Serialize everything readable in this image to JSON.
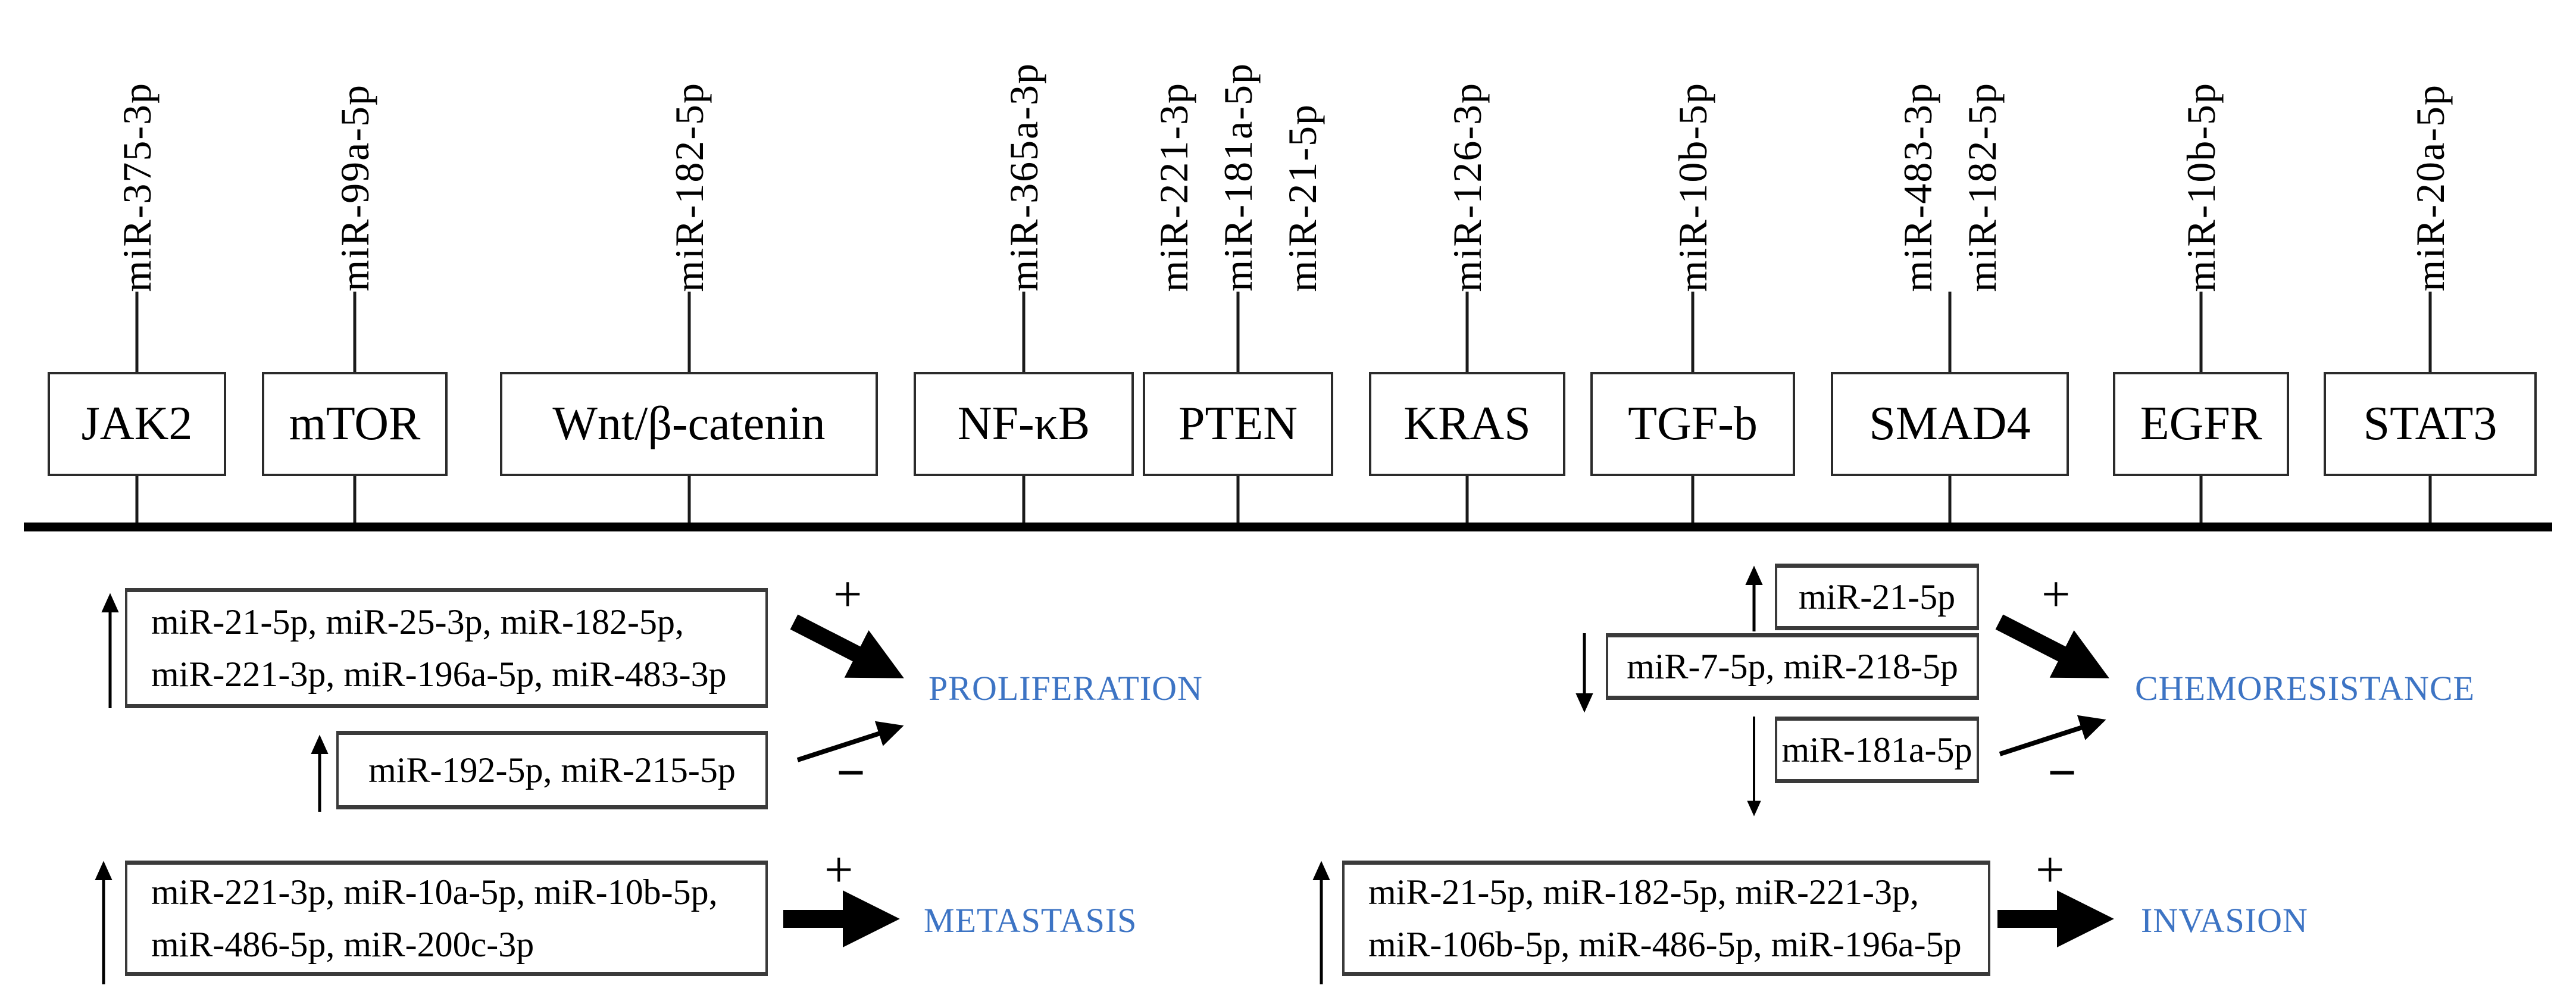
{
  "colors": {
    "outcome_text": "#3d74c4",
    "ink": "#000000"
  },
  "pathways": [
    {
      "gene": "JAK2",
      "mirnas": [
        "miR-375-3p"
      ]
    },
    {
      "gene": "mTOR",
      "mirnas": [
        "miR-99a-5p"
      ]
    },
    {
      "gene": "Wnt/β-catenin",
      "mirnas": [
        "miR-182-5p"
      ]
    },
    {
      "gene": "NF-κB",
      "mirnas": [
        "miR-365a-3p"
      ]
    },
    {
      "gene": "PTEN",
      "mirnas": [
        "miR-221-3p",
        "miR-181a-5p",
        "miR-21-5p"
      ]
    },
    {
      "gene": "KRAS",
      "mirnas": [
        "miR-126-3p"
      ]
    },
    {
      "gene": "TGF-b",
      "mirnas": [
        "miR-10b-5p"
      ]
    },
    {
      "gene": "SMAD4",
      "mirnas": [
        "miR-483-3p",
        "miR-182-5p"
      ]
    },
    {
      "gene": "EGFR",
      "mirnas": [
        "miR-10b-5p"
      ]
    },
    {
      "gene": "STAT3",
      "mirnas": [
        "miR-20a-5p"
      ]
    }
  ],
  "outcomes": {
    "proliferation": {
      "label": "PROLIFERATION",
      "upregulated_promoting": {
        "regulation": "up",
        "effect": "+",
        "lines": [
          "miR-21-5p, miR-25-3p, miR-182-5p,",
          "miR-221-3p, miR-196a-5p, miR-483-3p"
        ]
      },
      "upregulated_suppressing": {
        "regulation": "up",
        "effect": "−",
        "lines": [
          "miR-192-5p, miR-215-5p"
        ]
      }
    },
    "metastasis": {
      "label": "METASTASIS",
      "upregulated_promoting": {
        "regulation": "up",
        "effect": "+",
        "lines": [
          "miR-221-3p, miR-10a-5p, miR-10b-5p,",
          "miR-486-5p, miR-200c-3p"
        ]
      }
    },
    "chemoresistance": {
      "label": "CHEMORESISTANCE",
      "upregulated_promoting": {
        "regulation": "up",
        "effect": "+",
        "lines": [
          "miR-21-5p"
        ]
      },
      "downregulated": {
        "regulation": "down",
        "lines": [
          "miR-7-5p, miR-218-5p"
        ]
      },
      "downregulated_suppressing": {
        "regulation": "down",
        "effect": "−",
        "lines": [
          "miR-181a-5p"
        ]
      }
    },
    "invasion": {
      "label": "INVASION",
      "upregulated_promoting": {
        "regulation": "up",
        "effect": "+",
        "lines": [
          "miR-21-5p, miR-182-5p, miR-221-3p,",
          "miR-106b-5p, miR-486-5p, miR-196a-5p"
        ]
      }
    }
  }
}
